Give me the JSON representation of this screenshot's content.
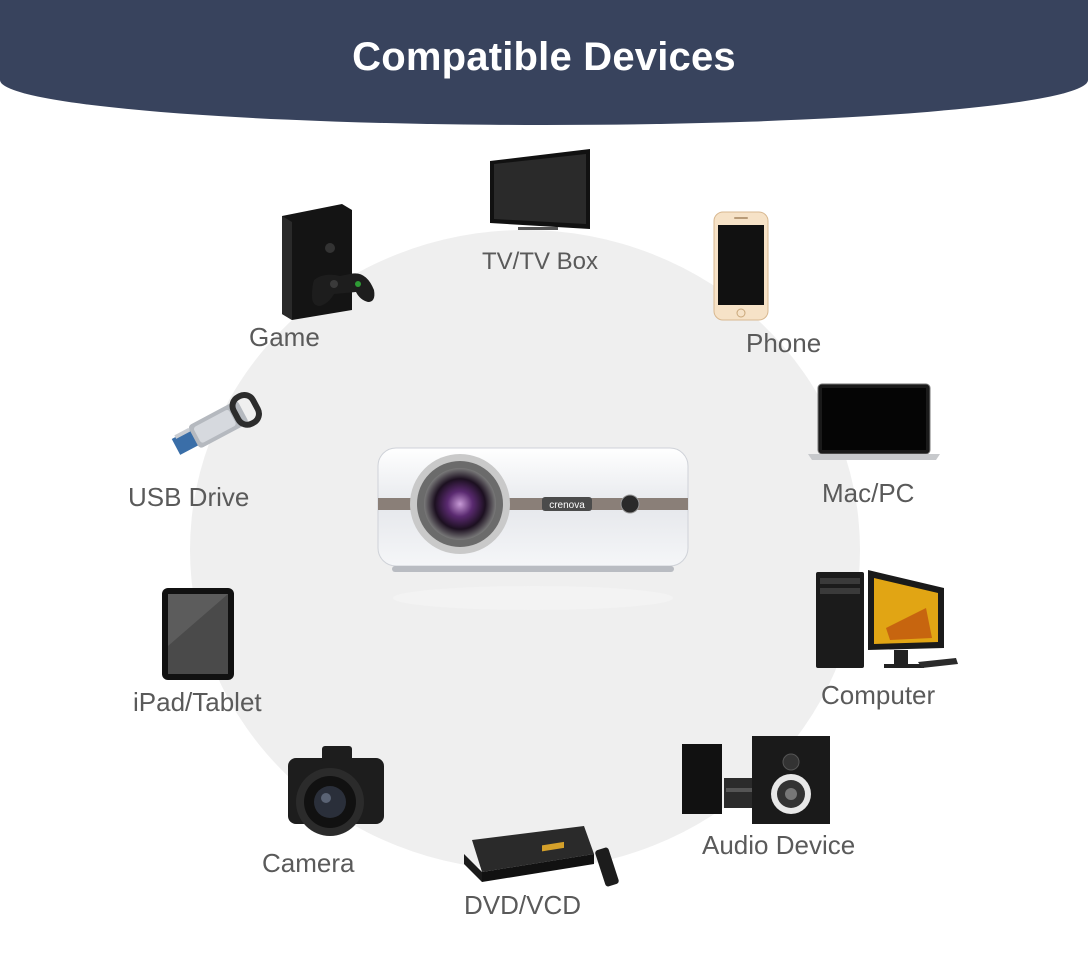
{
  "title": "Compatible Devices",
  "colors": {
    "banner": "#38435d",
    "circle": "#efefef",
    "label": "#5a5a5a"
  },
  "center_device": {
    "icon": "projector-icon",
    "brand": "crenova"
  },
  "devices": [
    {
      "key": "tv",
      "label": "TV/TV Box",
      "icon": "tv-icon"
    },
    {
      "key": "phone",
      "label": "Phone",
      "icon": "phone-icon"
    },
    {
      "key": "macpc",
      "label": "Mac/PC",
      "icon": "laptop-icon"
    },
    {
      "key": "computer",
      "label": "Computer",
      "icon": "desktop-computer-icon"
    },
    {
      "key": "audio",
      "label": "Audio Device",
      "icon": "speaker-icon"
    },
    {
      "key": "dvd",
      "label": "DVD/VCD",
      "icon": "dvd-player-icon"
    },
    {
      "key": "camera",
      "label": "Camera",
      "icon": "camera-icon"
    },
    {
      "key": "tablet",
      "label": "iPad/Tablet",
      "icon": "tablet-icon"
    },
    {
      "key": "usb",
      "label": "USB Drive",
      "icon": "usb-drive-icon"
    },
    {
      "key": "game",
      "label": "Game",
      "icon": "game-console-icon"
    }
  ]
}
